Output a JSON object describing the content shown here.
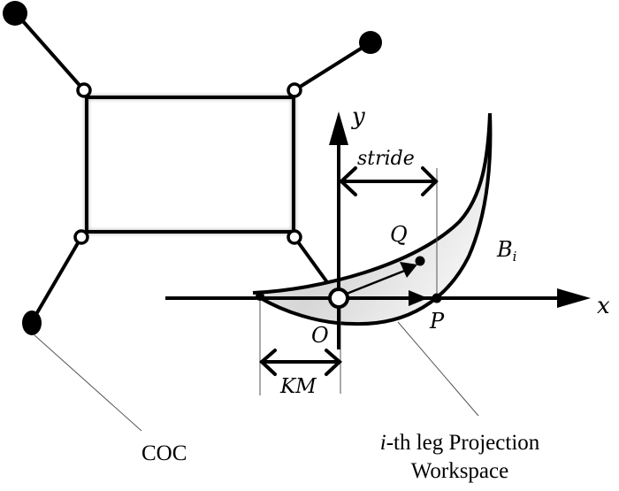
{
  "diagram": {
    "labels": {
      "y_axis": "y",
      "x_axis": "x",
      "stride": "stride",
      "point_q": "Q",
      "boundary": "B",
      "boundary_subscript": "i",
      "origin": "O",
      "point_p": "P",
      "km": "KM",
      "coc": "COC",
      "workspace_line1_italic": "i",
      "workspace_line1_rest": "-th leg Projection",
      "workspace_line2": "Workspace"
    },
    "colors": {
      "stroke": "#000000",
      "workspace_fill_light": "#ffffff",
      "workspace_fill_dark": "#bdbdbd",
      "leader_line": "#555555"
    }
  }
}
